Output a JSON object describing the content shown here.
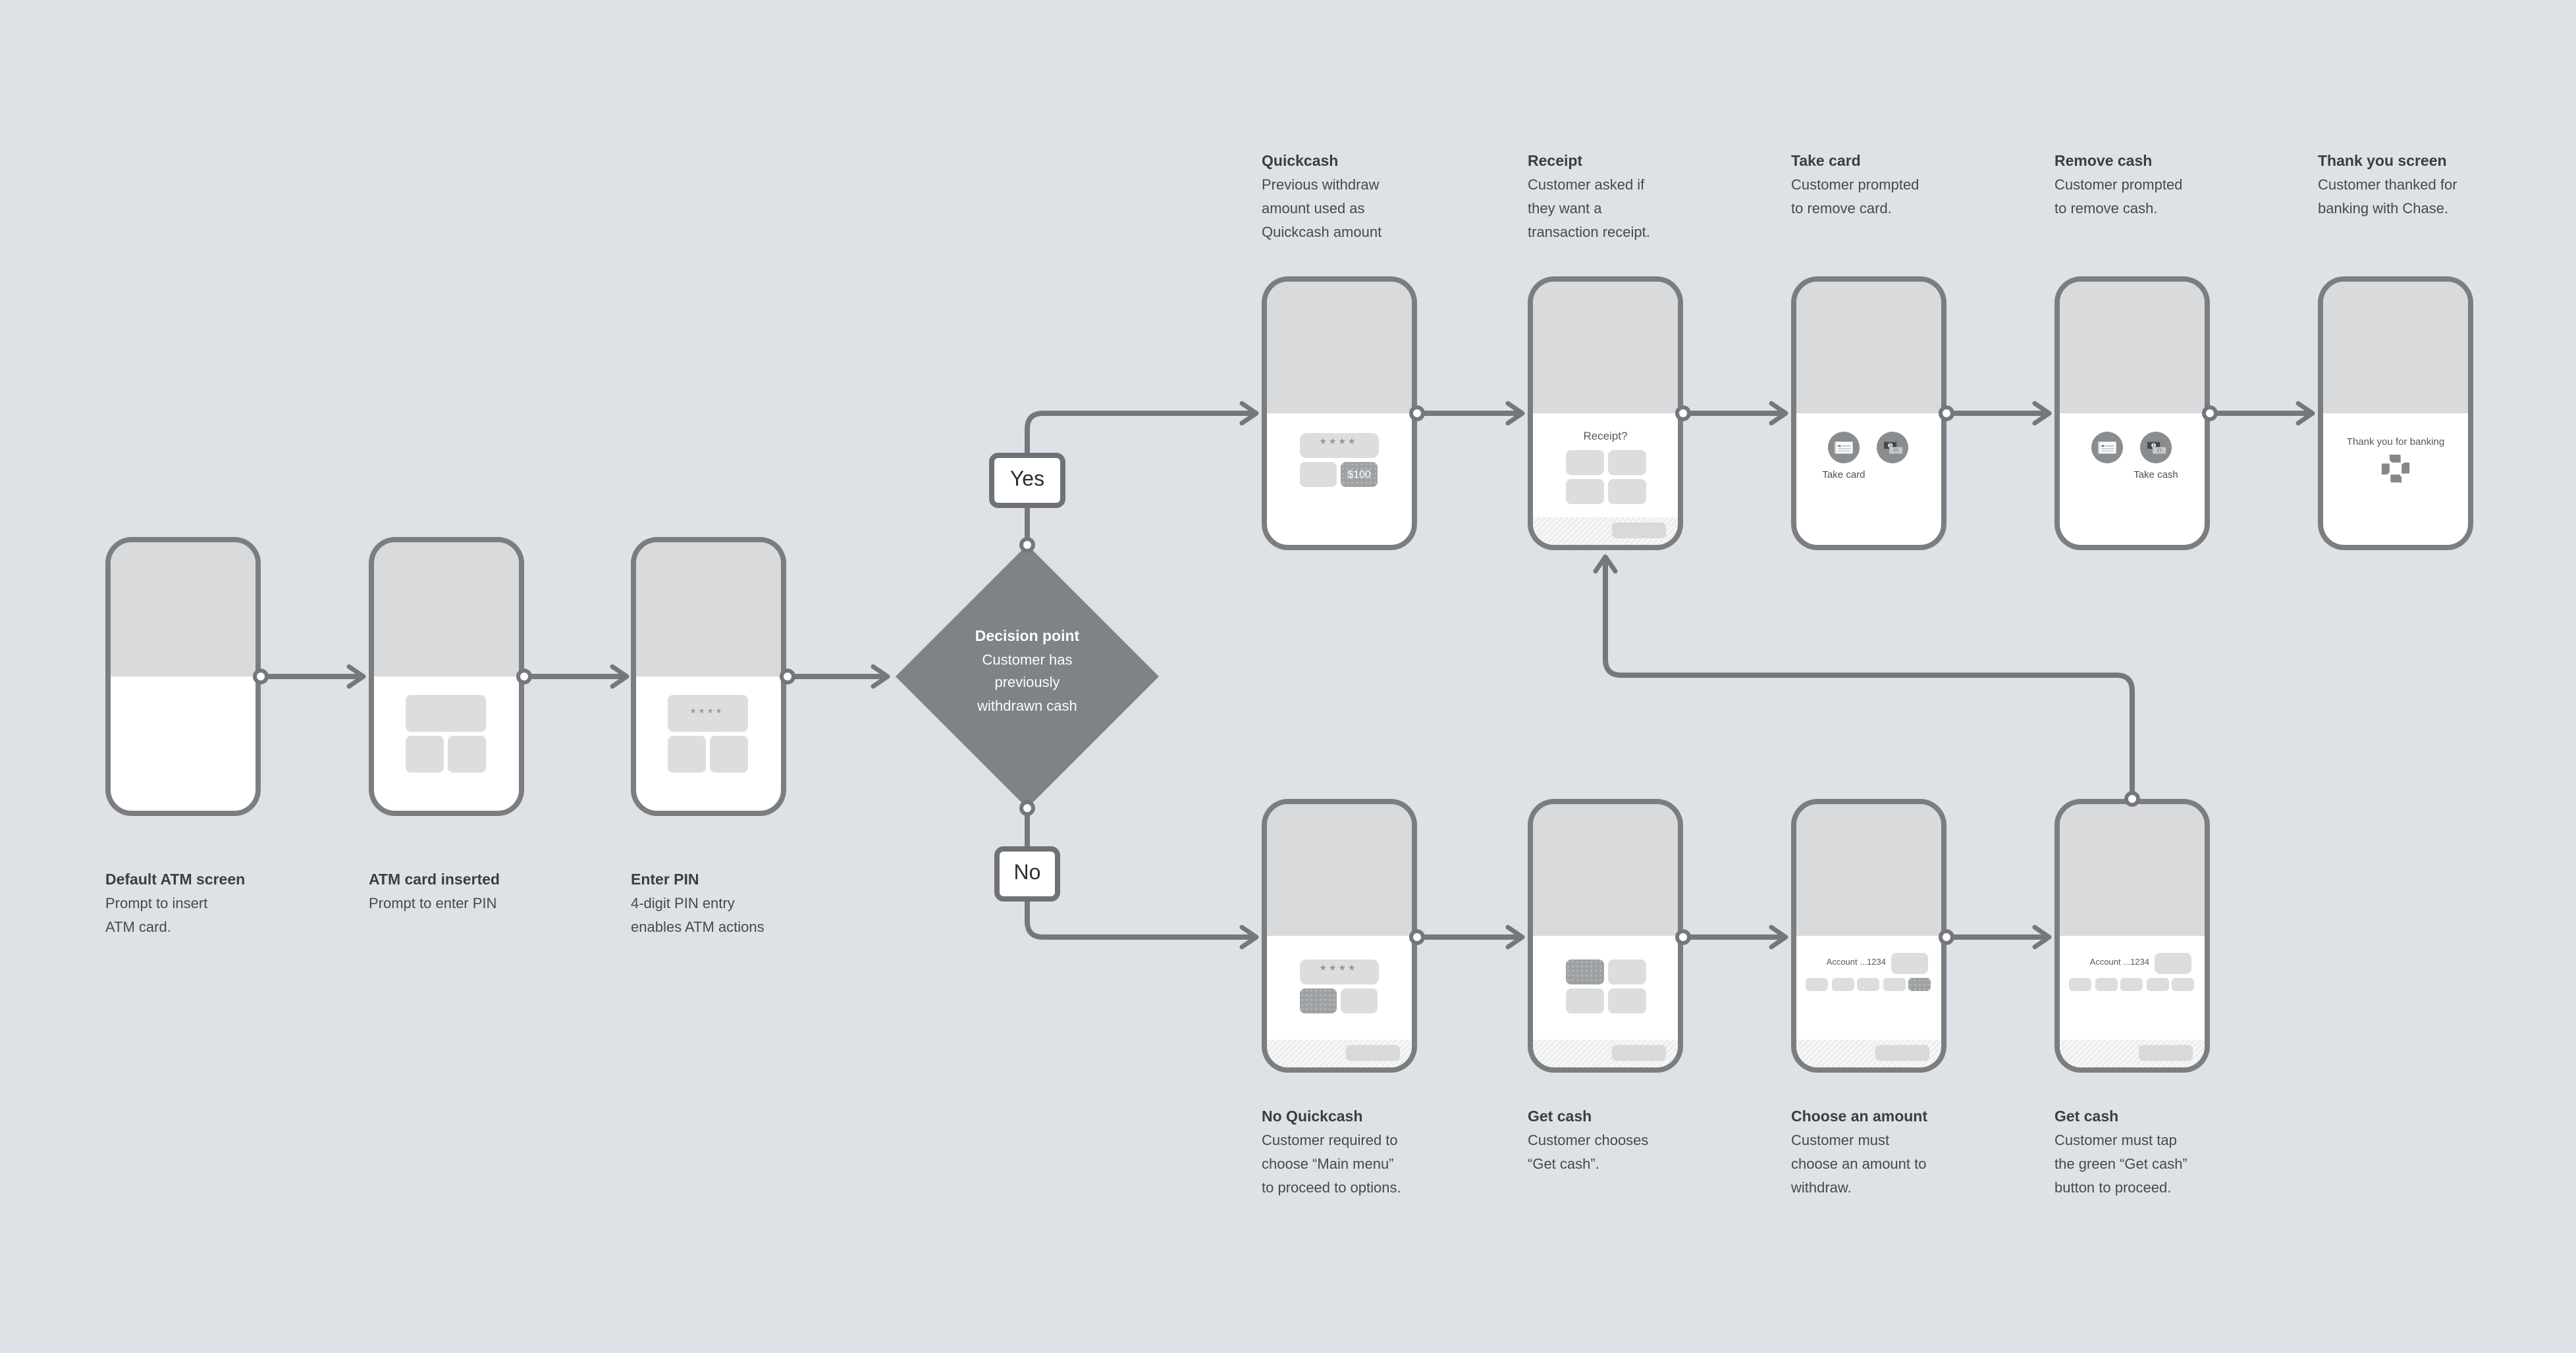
{
  "colors": {
    "background": "#dee2e6",
    "phone_frame": "#7b7e81",
    "screen_gray": "#d9dadb",
    "box_light": "#dcdddd",
    "box_dark": "#9ea1a4",
    "connector": "#74777c",
    "diamond": "#7f8286",
    "heading_text": "#3b3e41",
    "body_text": "#47494c"
  },
  "decision": {
    "title": "Decision point",
    "lines": "Customer has\npreviously\nwithdrawn cash"
  },
  "branch_yes": "Yes",
  "branch_no": "No",
  "screens": {
    "pin_mask": "****",
    "quickcash_amount": "$100",
    "receipt_question": "Receipt?",
    "take_card": "Take card",
    "take_cash": "Take cash",
    "thank_you": "Thank you for banking",
    "account": "Account ...1234",
    "dollar": "$"
  },
  "nodes": [
    {
      "title": "Default ATM screen",
      "desc": "Prompt to insert\nATM card."
    },
    {
      "title": "ATM card inserted",
      "desc": "Prompt to enter PIN"
    },
    {
      "title": "Enter PIN",
      "desc": "4-digit PIN entry\nenables ATM actions"
    },
    {
      "title": "Quickcash",
      "desc": "Previous withdraw\namount used as\nQuickcash amount"
    },
    {
      "title": "Receipt",
      "desc": "Customer asked if\nthey want a\ntransaction receipt."
    },
    {
      "title": "Take card",
      "desc": "Customer prompted\nto remove card."
    },
    {
      "title": "Remove cash",
      "desc": "Customer prompted\nto remove cash."
    },
    {
      "title": "Thank you screen",
      "desc": "Customer thanked for\nbanking with Chase."
    },
    {
      "title": "No Quickcash",
      "desc": "Customer required to\nchoose “Main menu”\nto proceed to options."
    },
    {
      "title": "Get cash",
      "desc": "Customer chooses\n“Get cash”."
    },
    {
      "title": "Choose an amount",
      "desc": "Customer must\nchoose an amount to\nwithdraw."
    },
    {
      "title": "Get cash",
      "desc": "Customer must tap\nthe green “Get cash”\nbutton to proceed."
    }
  ]
}
